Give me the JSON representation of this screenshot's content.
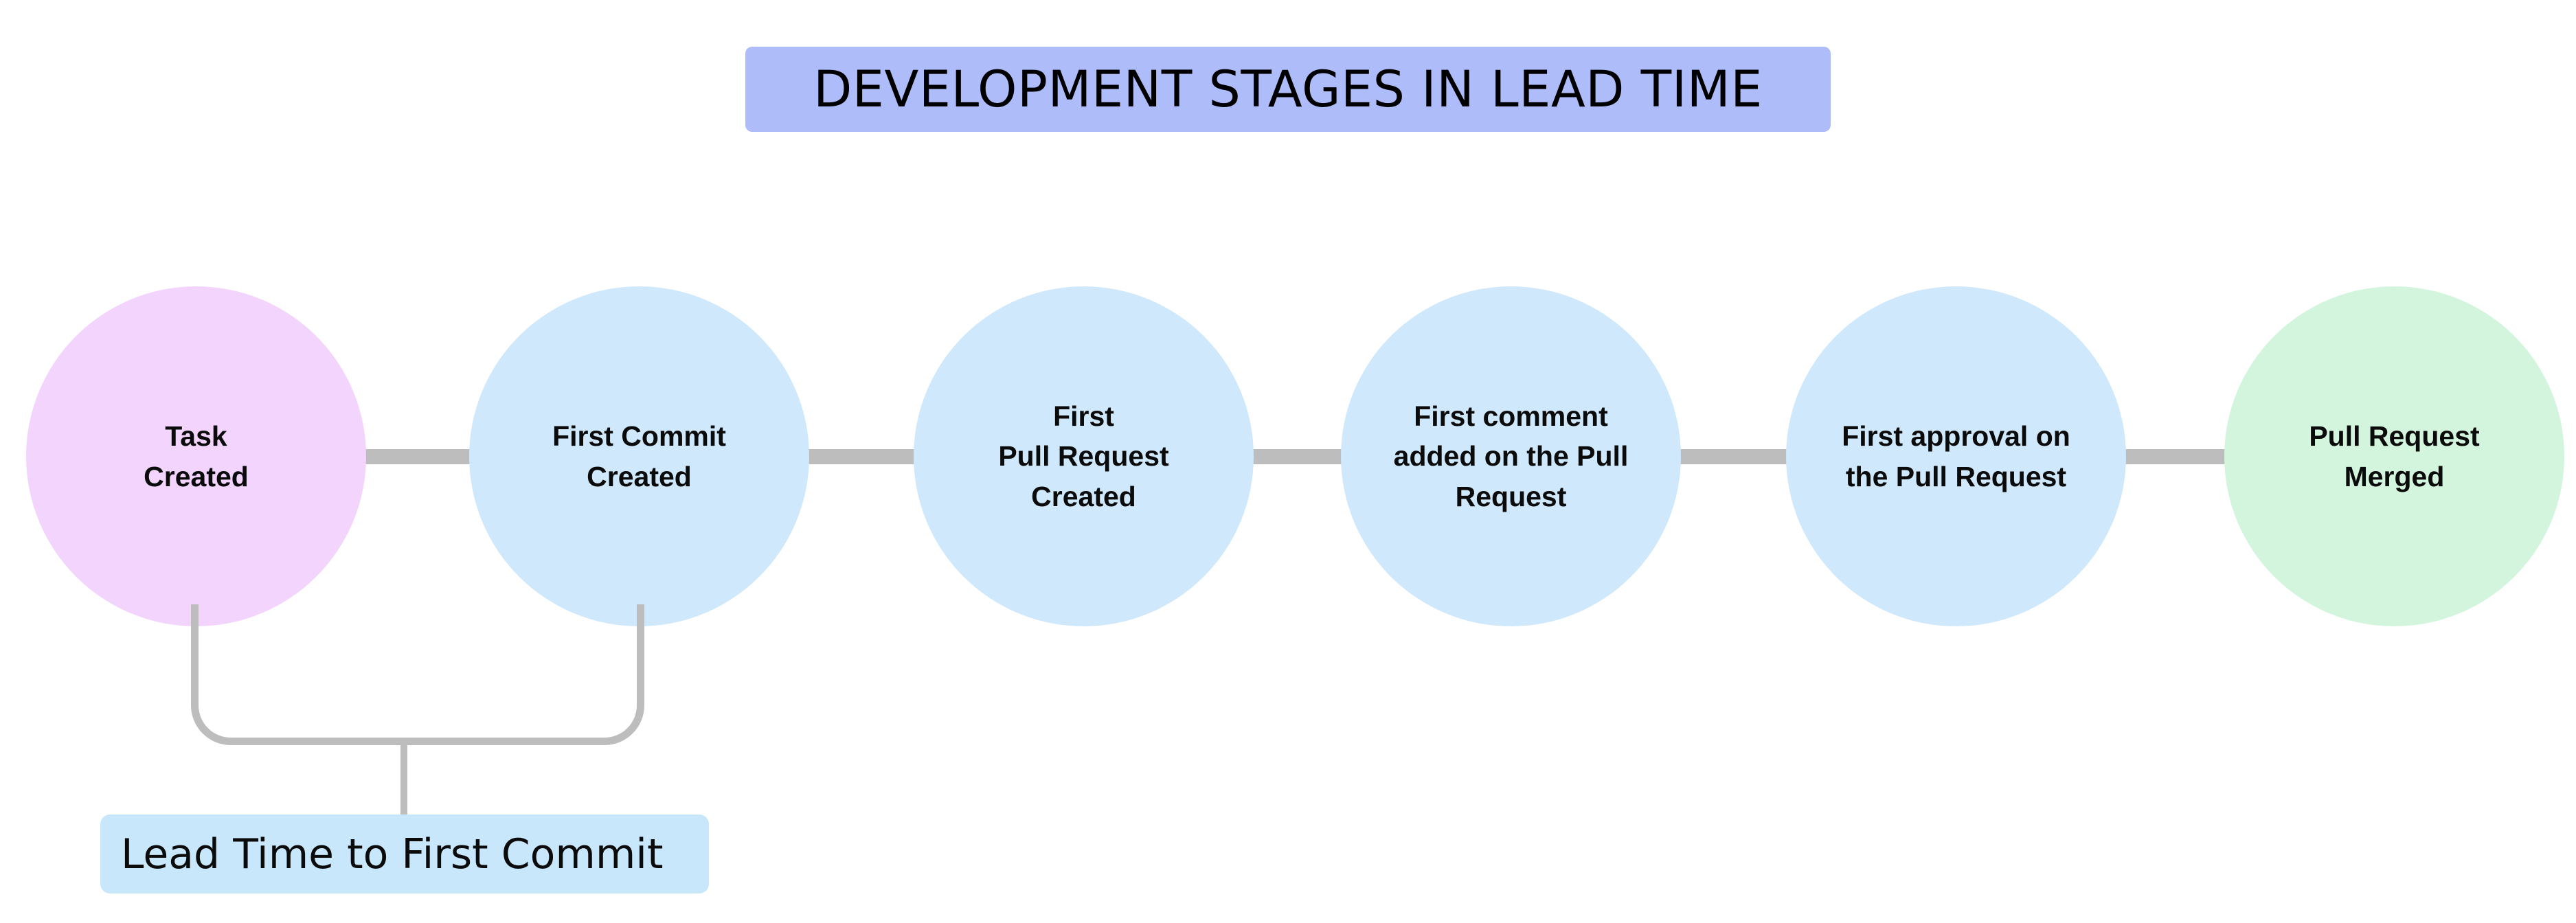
{
  "title": {
    "text": "DEVELOPMENT STAGES IN LEAD TIME",
    "background_color": "#aebcfa"
  },
  "colors": {
    "start_stage": "#f2d4fd",
    "middle_stage": "#cfe8fb",
    "end_stage": "#d3f5de",
    "connector": "#bdbdbd",
    "measure_label_bg": "#c9e7fb",
    "text": "#0b0b0b",
    "page_background": "#ffffff"
  },
  "stages": [
    {
      "id": "task-created",
      "label": "Task\nCreated",
      "color": "#f2d4fd"
    },
    {
      "id": "first-commit-created",
      "label": "First Commit\nCreated",
      "color": "#cfe8fb"
    },
    {
      "id": "first-pr-created",
      "label": "First\nPull Request\nCreated",
      "color": "#cfe8fb"
    },
    {
      "id": "first-comment-on-pr",
      "label": "First comment\nadded on the Pull\nRequest",
      "color": "#cfe8fb"
    },
    {
      "id": "first-approval-on-pr",
      "label": "First approval on\nthe Pull Request",
      "color": "#cfe8fb"
    },
    {
      "id": "pull-request-merged",
      "label": "Pull Request\nMerged",
      "color": "#d3f5de"
    }
  ],
  "measures": [
    {
      "id": "lead-time-to-first-commit",
      "label": "Lead Time to First Commit",
      "from_stage": "task-created",
      "to_stage": "first-commit-created"
    }
  ]
}
